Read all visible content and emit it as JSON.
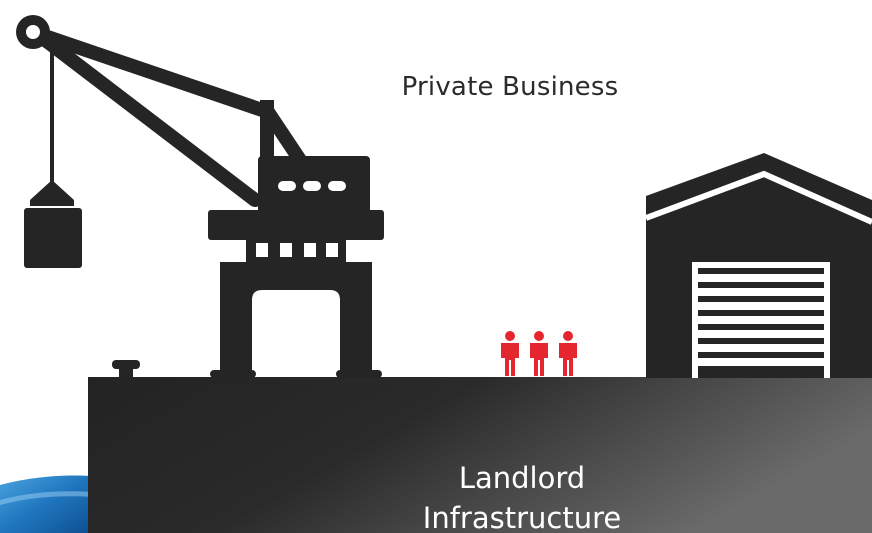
{
  "labels": {
    "private_business": "Private Business",
    "landlord_line1": "Landlord",
    "landlord_line2": "Infrastructure"
  },
  "colors": {
    "silhouette": "#252525",
    "people": "#e4262f",
    "water": "#1f75bd",
    "text_dark": "#2b2b2b",
    "text_light": "#ffffff"
  },
  "icons": {
    "crane": "port-crane-icon",
    "warehouse": "warehouse-icon",
    "people": "people-icon",
    "bollard": "bollard-icon"
  }
}
